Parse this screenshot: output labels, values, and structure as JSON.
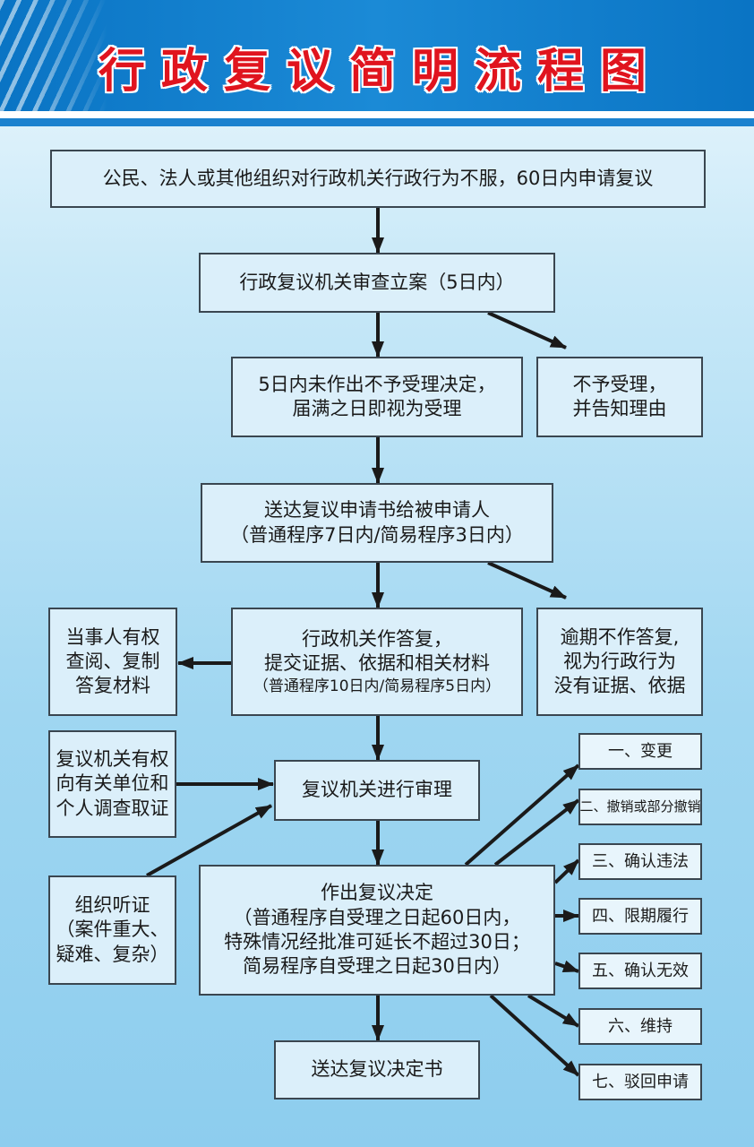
{
  "title": "行政复议简明流程图",
  "steps": {
    "apply": [
      "公民、法人或其他组织对行政机关行政行为不服，60日内申请复议"
    ],
    "review_filing": [
      "行政复议机关审查立案（5日内）"
    ],
    "deemed_accepted": [
      "5日内未作出不予受理决定，",
      "届满之日即视为受理"
    ],
    "not_accepted": [
      "不予受理，",
      "并告知理由"
    ],
    "serve_application": [
      "送达复议申请书给被申请人",
      "（普通程序7日内/简易程序3日内）"
    ],
    "respond": [
      "行政机关作答复，",
      "提交证据、依据和相关材料",
      "（普通程序10日内/简易程序5日内）"
    ],
    "party_rights": [
      "当事人有权",
      "查阅、复制",
      "答复材料"
    ],
    "overdue": [
      "逾期不作答复,",
      "视为行政行为",
      "没有证据、依据"
    ],
    "investigate": [
      "复议机关有权",
      "向有关单位和",
      "个人调查取证"
    ],
    "trial": [
      "复议机关进行审理"
    ],
    "hearing": [
      "组织听证",
      "（案件重大、",
      "疑难、复杂）"
    ],
    "decision": [
      "作出复议决定",
      "（普通程序自受理之日起60日内，",
      "特殊情况经批准可延长不超过30日；",
      "简易程序自受理之日起30日内）"
    ],
    "serve_decision": [
      "送达复议决定书"
    ]
  },
  "outcomes": [
    "一、变更",
    "二、撤销或部分撤销",
    "三、确认违法",
    "四、限期履行",
    "五、确认无效",
    "六、维持",
    "七、驳回申请"
  ],
  "colors": {
    "title": "#e0141e",
    "header": "#0a74c4",
    "border": "#3a4650",
    "arrow": "#1a1a1a"
  }
}
